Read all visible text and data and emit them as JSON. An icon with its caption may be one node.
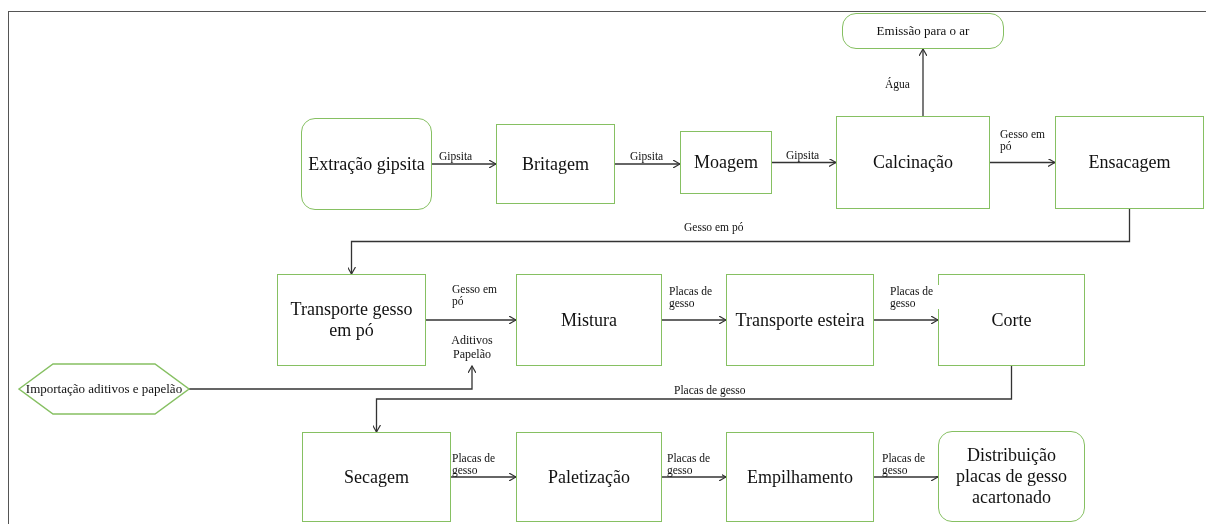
{
  "diagram": {
    "nodes": [
      {
        "text": [
          "Emissão para o ar"
        ]
      },
      {
        "text": [
          "Extração gipsita"
        ]
      },
      {
        "text": [
          "Britagem"
        ]
      },
      {
        "text": [
          "Moagem"
        ]
      },
      {
        "text": [
          "Calcinação"
        ]
      },
      {
        "text": [
          "Ensacagem"
        ]
      },
      {
        "text": [
          "Transporte gesso em pó"
        ]
      },
      {
        "text": [
          "Mistura"
        ]
      },
      {
        "text": [
          "Transporte esteira"
        ]
      },
      {
        "text": [
          "Corte"
        ]
      },
      {
        "text": [
          "Aditivos Papelão"
        ]
      },
      {
        "text": [
          "Importação aditivos e papelão"
        ]
      },
      {
        "text": [
          "Secagem"
        ]
      },
      {
        "text": [
          "Paletização"
        ]
      },
      {
        "text": [
          "Empilhamento"
        ]
      },
      {
        "text": [
          "Distribuição placas de gesso acartonado"
        ]
      }
    ],
    "edges": [
      {
        "from": 1,
        "to": 2,
        "arrow": "to",
        "label": "Gipsita"
      },
      {
        "from": 2,
        "to": 3,
        "arrow": "to",
        "label": "Gipsita"
      },
      {
        "from": 3,
        "to": 4,
        "arrow": "to",
        "label": "Gipsita"
      },
      {
        "from": 4,
        "to": 0,
        "arrow": "to",
        "label": "Água"
      },
      {
        "from": 4,
        "to": 5,
        "arrow": "to",
        "label": "Gesso em pó"
      },
      {
        "from": 5,
        "to": 6,
        "arrow": "to",
        "label": "Gesso em pó"
      },
      {
        "from": 6,
        "to": 7,
        "arrow": "to",
        "label": "Gesso em pó"
      },
      {
        "from": 11,
        "to": 10,
        "arrow": "to"
      },
      {
        "from": 7,
        "to": 8,
        "arrow": "to",
        "label": "Placas de gesso"
      },
      {
        "from": 8,
        "to": 9,
        "arrow": "to",
        "label": "Placas de gesso"
      },
      {
        "from": 9,
        "to": 12,
        "arrow": "to",
        "label": "Placas de gesso"
      },
      {
        "from": 12,
        "to": 13,
        "arrow": "to",
        "label": "Placas de gesso"
      },
      {
        "from": 13,
        "to": 14,
        "arrow": "to",
        "label": "Placas de gesso"
      },
      {
        "from": 14,
        "to": 15,
        "arrow": "to",
        "label": "Placas de gesso"
      }
    ]
  }
}
